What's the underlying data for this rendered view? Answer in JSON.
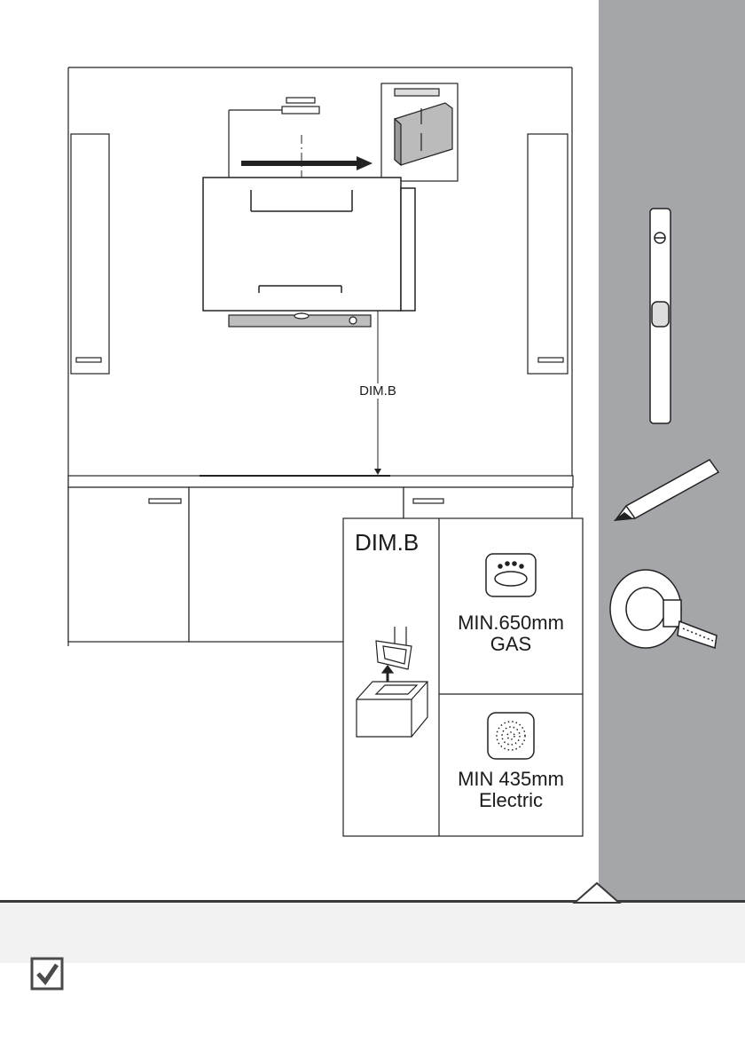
{
  "diagram": {
    "dim_label": "DIM.B"
  },
  "legend": {
    "title": "DIM.B",
    "gas": {
      "line1": "MIN.650mm",
      "line2": "GAS"
    },
    "electric": {
      "line1": "MIN 435mm",
      "line2": "Electric"
    }
  },
  "sidebar": {
    "tools": [
      "spirit-level-icon",
      "pencil-icon",
      "tape-measure-icon"
    ],
    "color": "#a5a6aa"
  },
  "footer": {
    "checkbox_icon": "checkbox-checked-icon"
  }
}
